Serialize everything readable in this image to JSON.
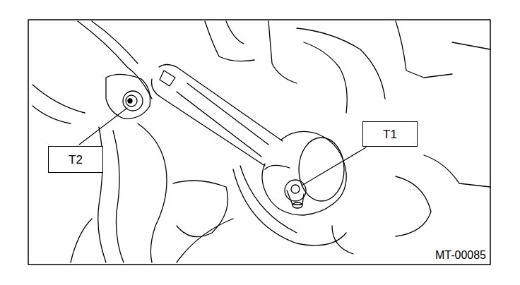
{
  "diagram": {
    "nodes": [
      {
        "text": [
          "T1"
        ]
      },
      {
        "text": [
          "T2"
        ]
      }
    ],
    "labels": [
      "MT-00085"
    ]
  }
}
